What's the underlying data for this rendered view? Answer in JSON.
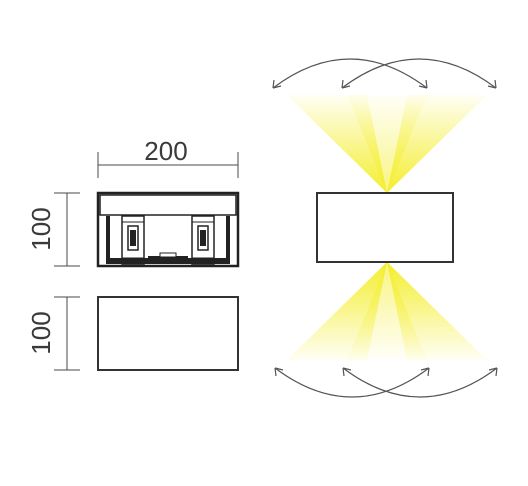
{
  "dimensions": {
    "width_label": "200",
    "height_top_label": "100",
    "height_bottom_label": "100"
  },
  "colors": {
    "beam_yellow": "#f4ee2c",
    "outline": "#333333"
  }
}
